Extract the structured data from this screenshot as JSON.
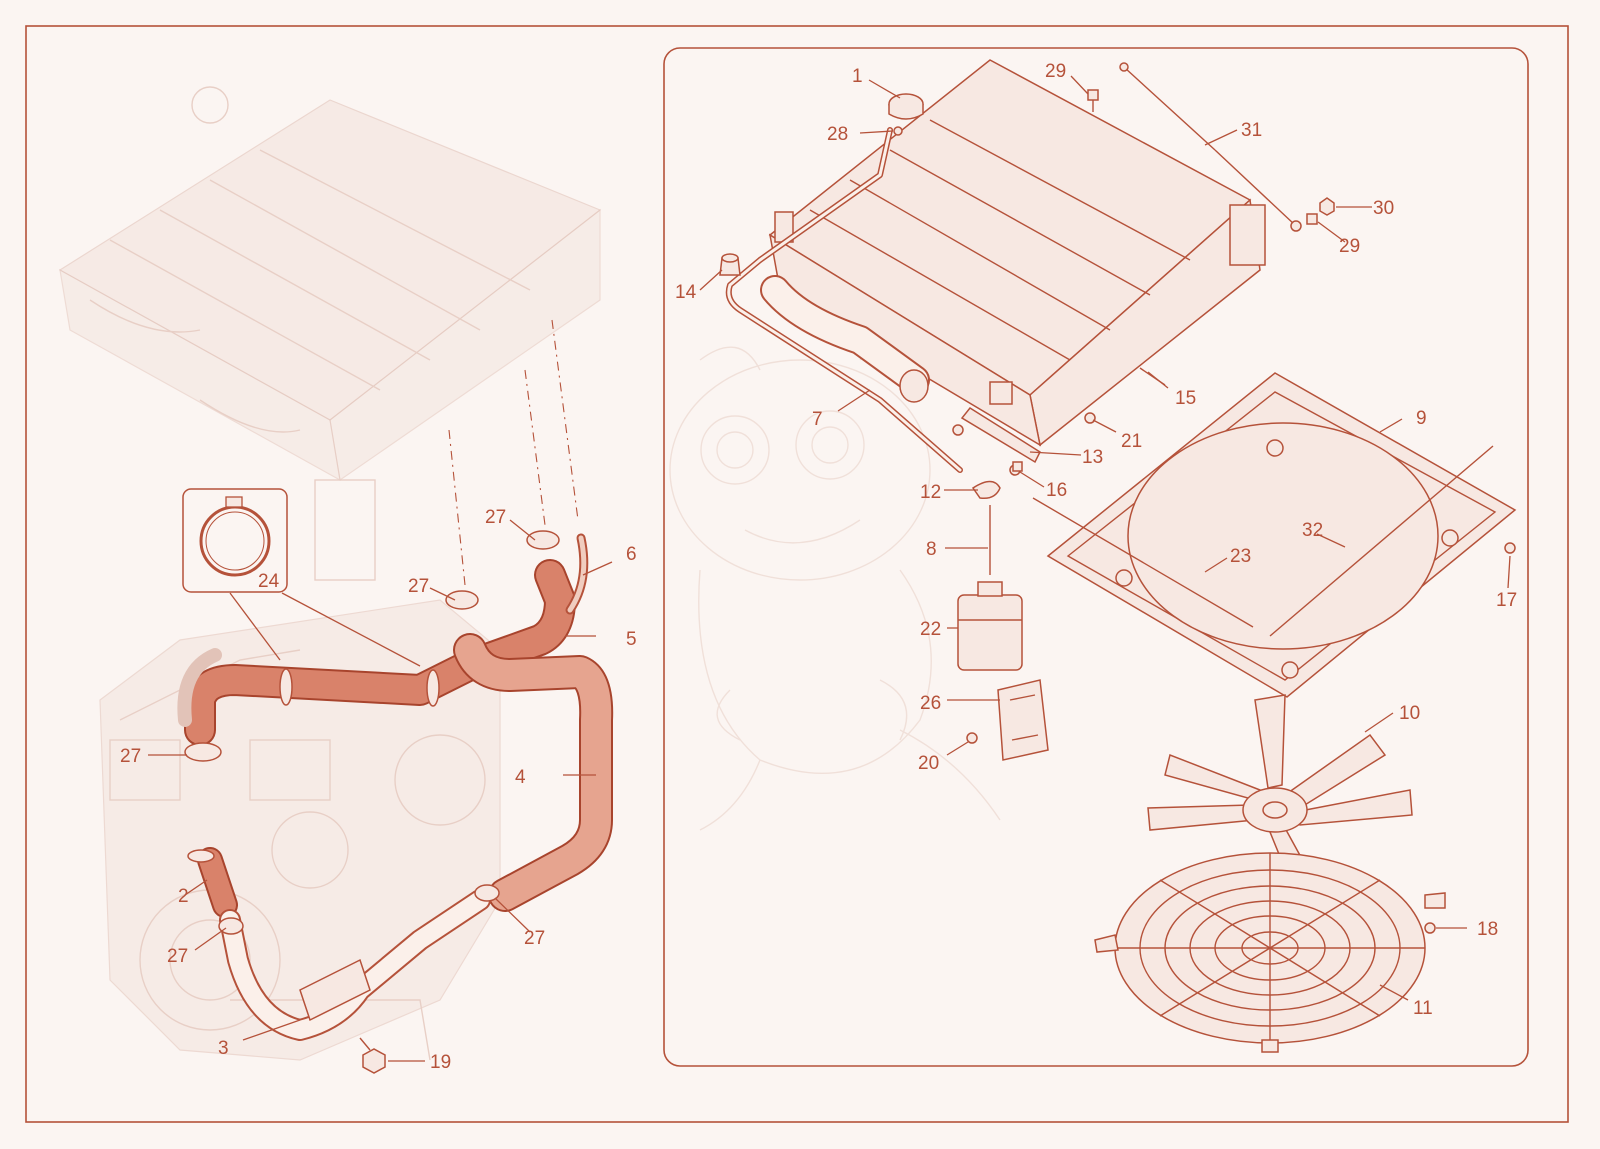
{
  "colors": {
    "background": "#fbf5f2",
    "line": "#b5523a",
    "hose": "#d9826a",
    "hose_edge": "#a8442d",
    "faint": "#e8cfc6"
  },
  "icons": {
    "mascot": "dragon-watermark",
    "detail_inset": "hose-clamp-detail"
  },
  "callouts": {
    "c1": "1",
    "c2": "2",
    "c3": "3",
    "c4": "4",
    "c5": "5",
    "c6": "6",
    "c7": "7",
    "c8": "8",
    "c9": "9",
    "c10": "10",
    "c11": "11",
    "c12": "12",
    "c13": "13",
    "c14": "14",
    "c15": "15",
    "c16": "16",
    "c17": "17",
    "c18": "18",
    "c19": "19",
    "c20": "20",
    "c21": "21",
    "c22": "22",
    "c23": "23",
    "c24": "24",
    "c26": "26",
    "c27": "27",
    "c28": "28",
    "c29": "29",
    "c30": "30",
    "c31": "31",
    "c32": "32"
  }
}
